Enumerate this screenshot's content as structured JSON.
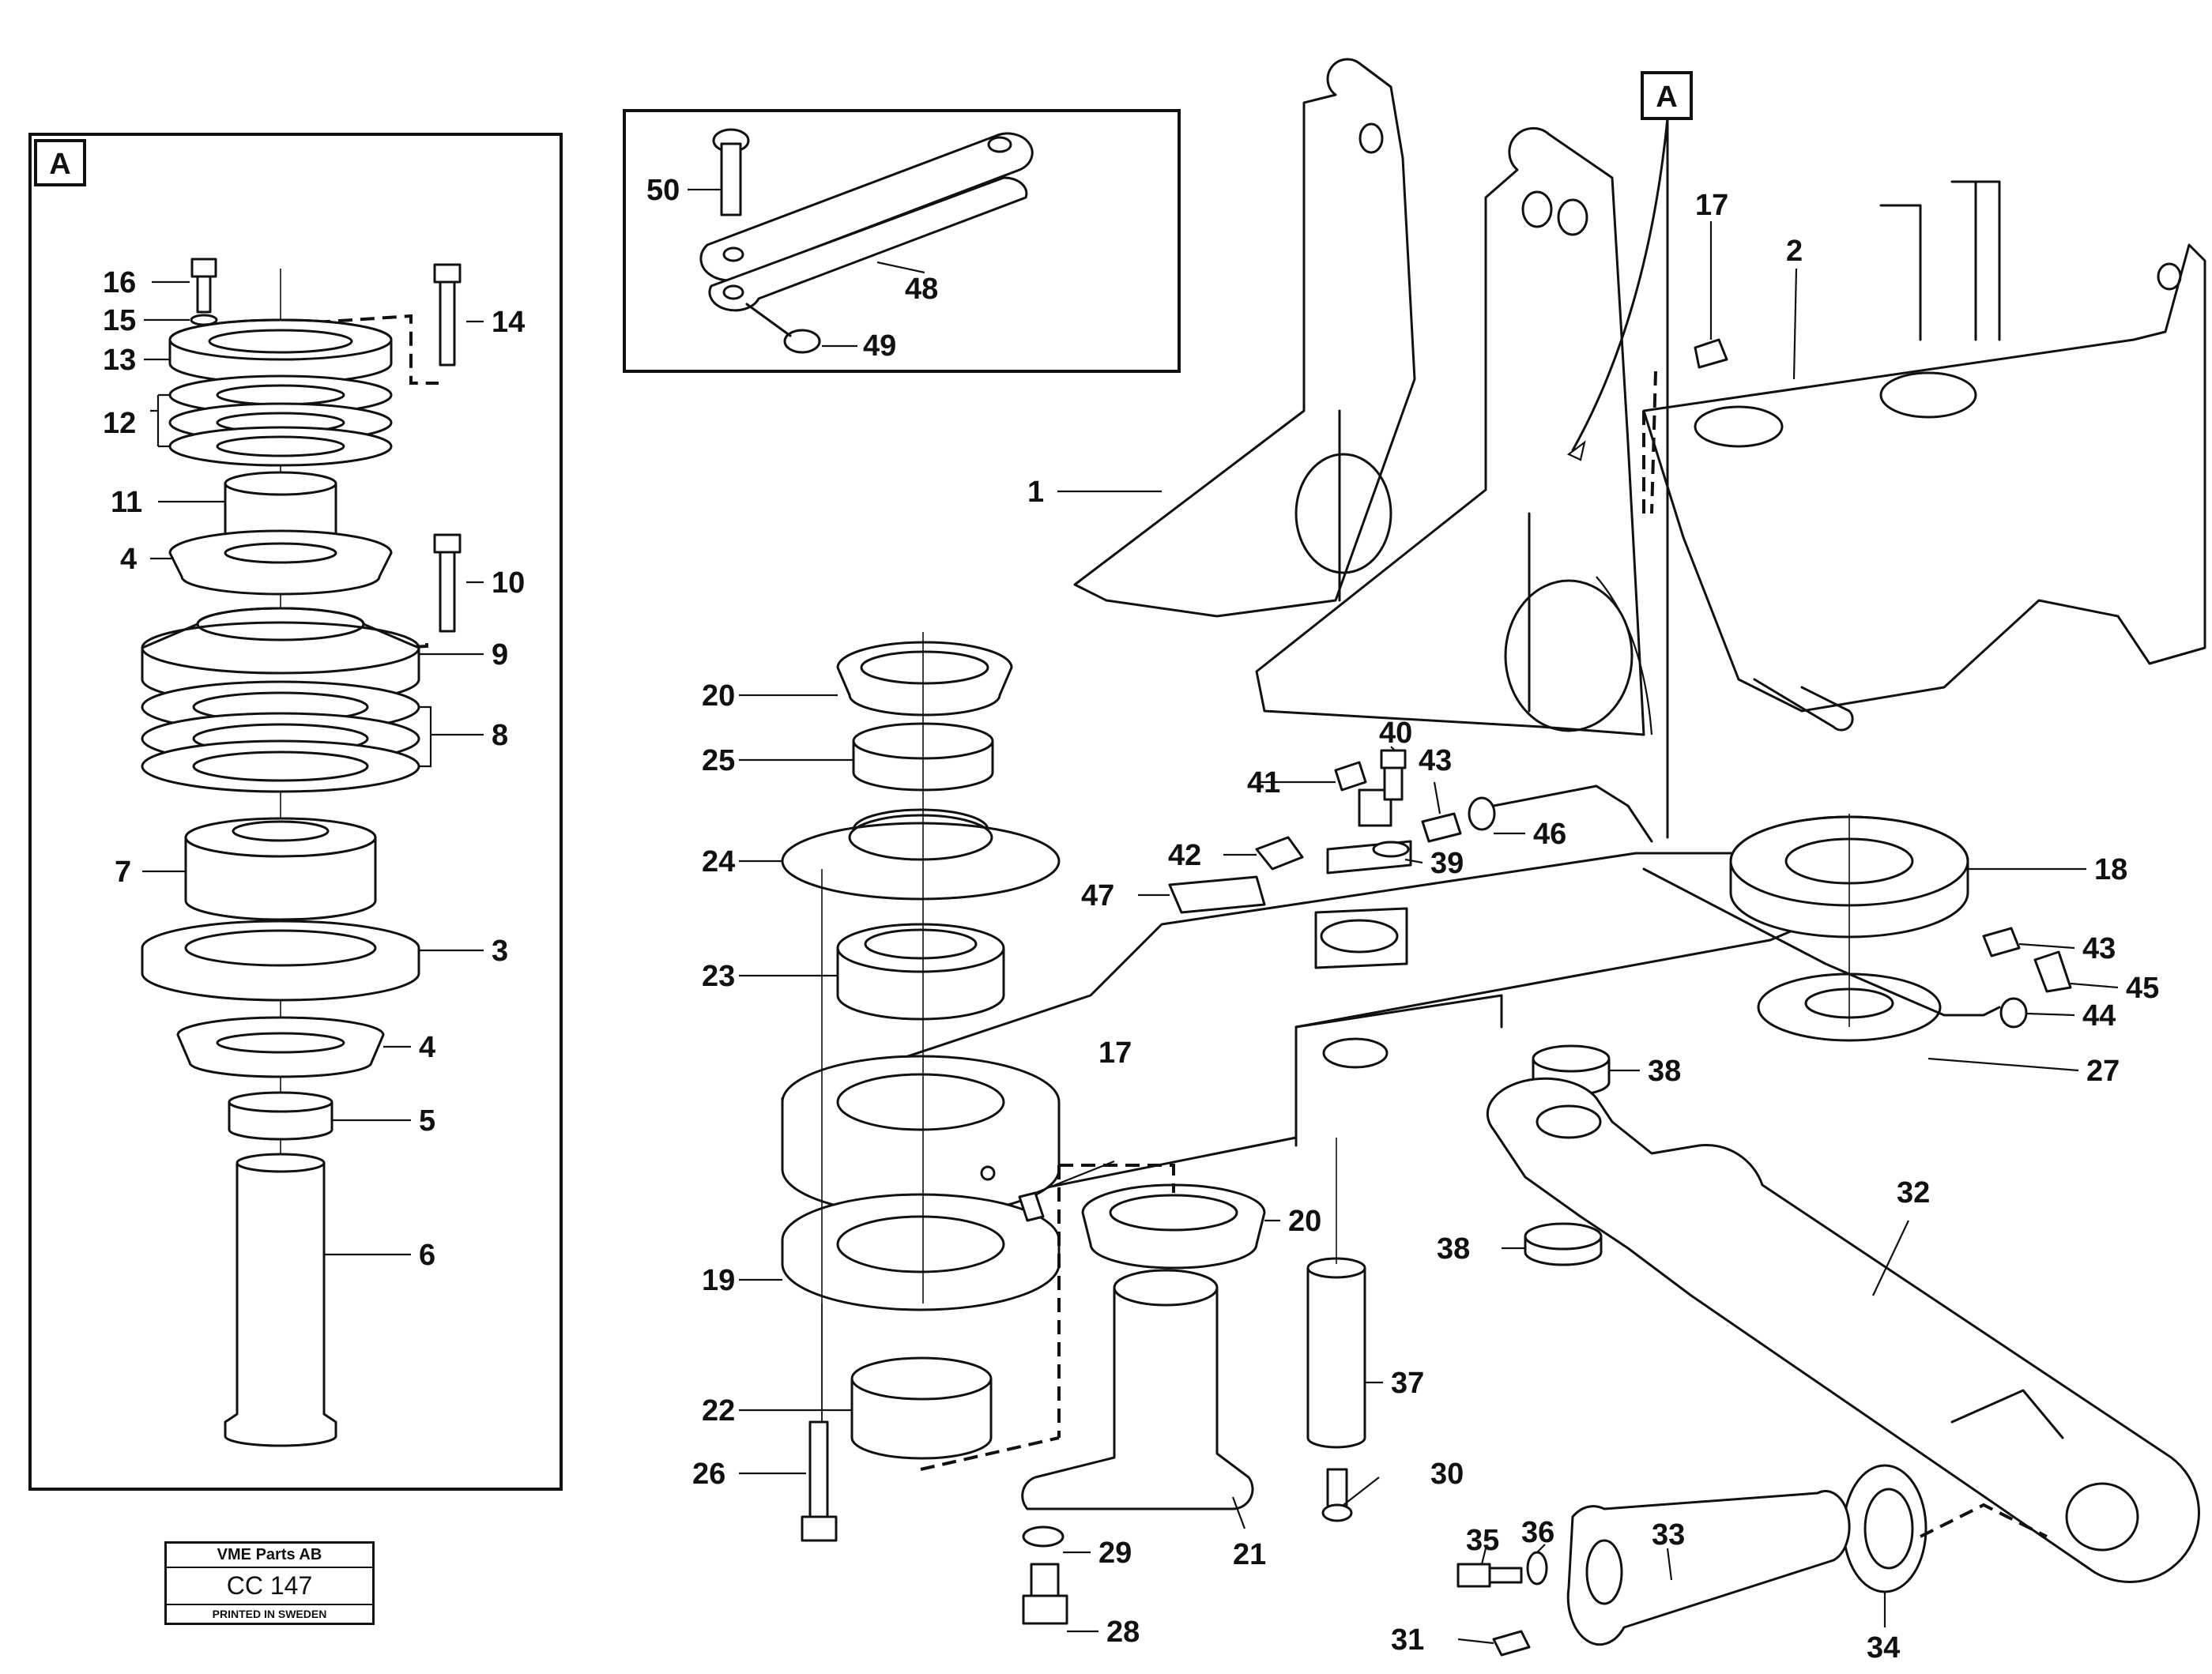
{
  "detail_ref": "A",
  "labels": {
    "p1": "1",
    "p2": "2",
    "p3": "3",
    "p4a": "4",
    "p4b": "4",
    "p5": "5",
    "p6": "6",
    "p7": "7",
    "p8": "8",
    "p9": "9",
    "p10": "10",
    "p11": "11",
    "p12": "12",
    "p13": "13",
    "p14": "14",
    "p15": "15",
    "p16": "16",
    "p17a": "17",
    "p17b": "17",
    "p18": "18",
    "p19": "19",
    "p20a": "20",
    "p20b": "20",
    "p21": "21",
    "p22": "22",
    "p23": "23",
    "p24": "24",
    "p25": "25",
    "p26": "26",
    "p27": "27",
    "p28": "28",
    "p29": "29",
    "p30": "30",
    "p31": "31",
    "p32": "32",
    "p33": "33",
    "p34": "34",
    "p35": "35",
    "p36": "36",
    "p37": "37",
    "p38a": "38",
    "p38b": "38",
    "p39": "39",
    "p40": "40",
    "p41": "41",
    "p42": "42",
    "p43a": "43",
    "p43b": "43",
    "p44": "44",
    "p45": "45",
    "p46": "46",
    "p47": "47",
    "p48": "48",
    "p49": "49",
    "p50": "50"
  },
  "title_block": {
    "company": "VME Parts AB",
    "code": "CC 147",
    "printed": "PRINTED IN SWEDEN"
  }
}
